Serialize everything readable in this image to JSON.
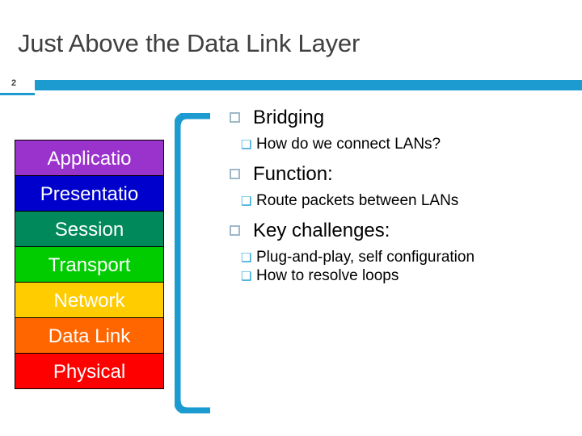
{
  "slide": {
    "title": "Just Above the Data Link Layer",
    "number": "2",
    "accent_color": "#1b9bd0",
    "title_color": "#404040"
  },
  "layer_stack": [
    {
      "label": "Applicatio",
      "color": "#9933cc",
      "text_color": "#ffffff"
    },
    {
      "label": "Presentatio",
      "color": "#0000cc",
      "text_color": "#ffffff"
    },
    {
      "label": "Session",
      "color": "#008a5c",
      "text_color": "#ffffff"
    },
    {
      "label": "Transport",
      "color": "#00cc00",
      "text_color": "#ffffff"
    },
    {
      "label": "Network",
      "color": "#ffcc00",
      "text_color": "#ffffff"
    },
    {
      "label": "Data Link",
      "color": "#ff6600",
      "text_color": "#ffffff"
    },
    {
      "label": "Physical",
      "color": "#ff0000",
      "text_color": "#ffffff"
    }
  ],
  "bullets": [
    {
      "level": 1,
      "text": "Bridging"
    },
    {
      "level": 2,
      "text": "How do we connect LANs?"
    },
    {
      "level": 1,
      "text": "Function:"
    },
    {
      "level": 2,
      "text": "Route packets between LANs"
    },
    {
      "level": 1,
      "text": "Key challenges:"
    },
    {
      "level": 2,
      "text": "Plug-and-play, self configuration"
    },
    {
      "level": 2,
      "text": "How to resolve loops"
    }
  ],
  "sub_marker_glyph": "❑"
}
